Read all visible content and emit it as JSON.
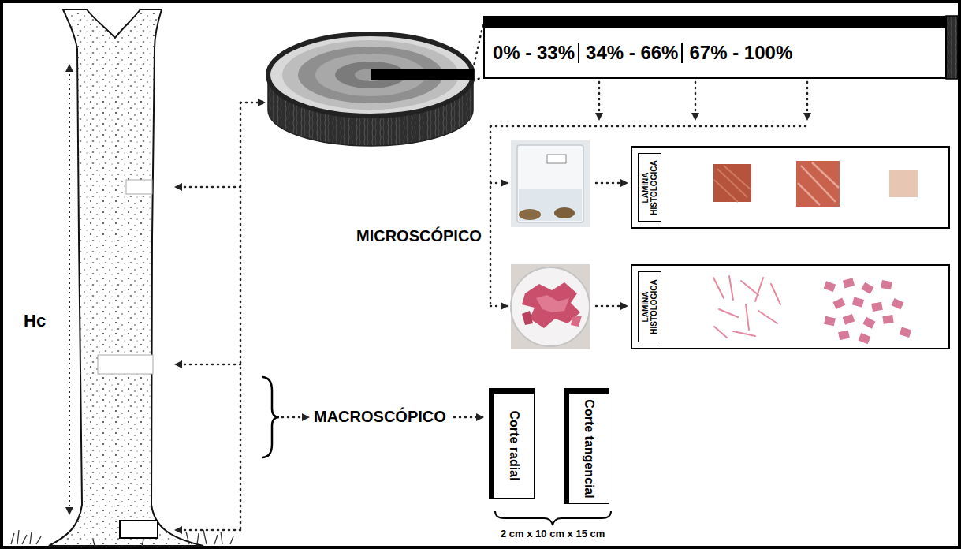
{
  "diagram": {
    "nodes": [
      {
        "text": [
          "0% - 33%",
          "34% - 66%",
          "67% - 100%"
        ]
      },
      {
        "text": [
          "LAMINA HISTOLOGICA"
        ]
      },
      {
        "text": [
          "LAMINA HISTOLOGICA"
        ]
      },
      {
        "text": [
          "Corte radial"
        ]
      },
      {
        "text": [
          "Corte tangencial"
        ]
      }
    ],
    "labels": [
      "Hc",
      "MICROSCÓPICO",
      "MACROSCÓPICO",
      "2 cm x 10 cm x 15 cm"
    ]
  }
}
